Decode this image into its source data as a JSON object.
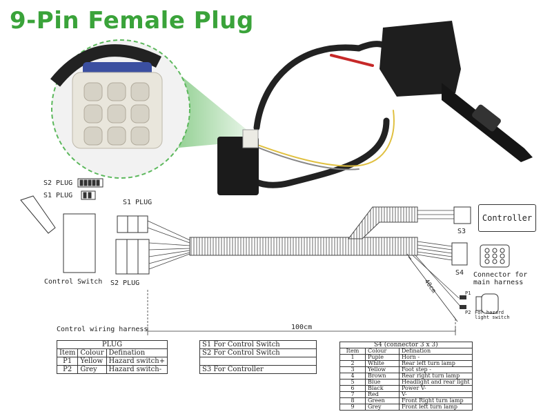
{
  "title": "9-Pin Female Plug",
  "labels": {
    "s2_plug_top": "S2 PLUG",
    "s1_plug_top": "S1 PLUG",
    "s1_plug": "S1 PLUG",
    "s2_plug": "S2 PLUG",
    "control_switch": "Control Switch",
    "controller": "Controller",
    "s3": "S3",
    "s4": "S4",
    "connector_main": "Connector for\nmain harness",
    "dim_40": "40cm",
    "dim_100": "100cm",
    "p1": "P1",
    "p2": "P2",
    "hazard": "For hazard\nlight switch",
    "control_wiring": "Control wiring harness"
  },
  "plug_table": {
    "caption": "PLUG",
    "headers": [
      "Item",
      "Colour",
      "Defination"
    ],
    "rows": [
      [
        "P1",
        "Yellow",
        "Hazard switch+"
      ],
      [
        "P2",
        "Grey",
        "Hazard switch-"
      ]
    ]
  },
  "s_table": {
    "rows": [
      "S1 For Control Switch",
      "S2 For Control Switch",
      "",
      "S3 For Controller"
    ]
  },
  "s4_table": {
    "caption": "S4 (connector 3 x 3)",
    "headers": [
      "Item",
      "Colour",
      "Defination"
    ],
    "rows": [
      [
        "1",
        "Puple",
        "Horn -"
      ],
      [
        "2",
        "White",
        "Rear left turn lamp"
      ],
      [
        "3",
        "Yellow",
        "Foot step -"
      ],
      [
        "4",
        "Brown",
        "Rear right turn lamp"
      ],
      [
        "5",
        "Blue",
        "Headlight and rear light"
      ],
      [
        "6",
        "Black",
        "Power V-"
      ],
      [
        "7",
        "Red",
        "V-"
      ],
      [
        "8",
        "Green",
        "Front Right turn lamp"
      ],
      [
        "9",
        "Grey",
        "Front left turn lamp"
      ]
    ]
  },
  "colors": {
    "title_green": "#3aa33a",
    "magnifier_green": "#5cb85c"
  }
}
